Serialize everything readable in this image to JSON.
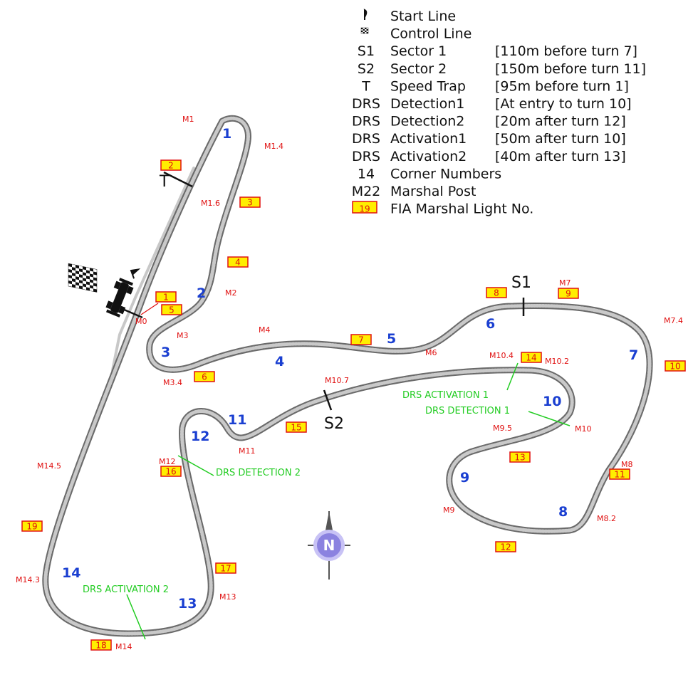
{
  "legend": [
    {
      "symbol": "",
      "icon": "start-flag-icon",
      "label": "Start Line",
      "note": "",
      "color": "#111111"
    },
    {
      "symbol": "",
      "icon": "checkered-flag-icon",
      "label": "Control Line",
      "note": "",
      "color": "#111111"
    },
    {
      "symbol": "S1",
      "label": "Sector 1",
      "note": "[110m before turn 7]",
      "color": "#111111"
    },
    {
      "symbol": "S2",
      "label": "Sector 2",
      "note": "[150m before turn 11]",
      "color": "#111111"
    },
    {
      "symbol": "T",
      "label": "Speed Trap",
      "note": "[95m before turn 1]",
      "color": "#111111"
    },
    {
      "symbol": "DRS",
      "label": "Detection1",
      "note": "[At entry to turn 10]",
      "color": "#22cc22"
    },
    {
      "symbol": "DRS",
      "label": "Detection2",
      "note": "[20m after turn 12]",
      "color": "#22cc22"
    },
    {
      "symbol": "DRS",
      "label": "Activation1",
      "note": "[50m after turn 10]",
      "color": "#22cc22"
    },
    {
      "symbol": "DRS",
      "label": "Activation2",
      "note": "[40m after turn 13]",
      "color": "#22cc22"
    },
    {
      "symbol": "14",
      "label": "Corner Numbers",
      "note": "",
      "color": "#1a3fd1"
    },
    {
      "symbol": "M22",
      "label": "Marshal Post",
      "note": "",
      "color": "#e01010"
    },
    {
      "symbol": "19",
      "label": "FIA Marshal Light No.",
      "note": "",
      "color": "#111111",
      "boxed": true
    }
  ],
  "colors": {
    "corner": "#1a3fd1",
    "marshal": "#e01010",
    "drs": "#22cc22",
    "light_fill": "#ffee00",
    "compass": "#8b82e0"
  },
  "corners": [
    "1",
    "2",
    "3",
    "4",
    "5",
    "6",
    "7",
    "8",
    "9",
    "10",
    "11",
    "12",
    "13",
    "14"
  ],
  "marshal_posts": [
    "M1",
    "M1.4",
    "M1.6",
    "M2",
    "M0",
    "M3",
    "M3.4",
    "M4",
    "M6",
    "M7",
    "M7.4",
    "M10.4",
    "M10.2",
    "M10.7",
    "M10",
    "M9.5",
    "M11",
    "M12",
    "M8",
    "M8.2",
    "M9",
    "M14.5",
    "M14.3",
    "M13",
    "M14"
  ],
  "lights": [
    "2",
    "3",
    "4",
    "1",
    "5",
    "6",
    "7",
    "8",
    "9",
    "10",
    "14",
    "15",
    "13",
    "11",
    "16",
    "12",
    "19",
    "17",
    "18"
  ],
  "sectors": {
    "s1": "S1",
    "s2": "S2",
    "trap": "T"
  },
  "drs_labels": {
    "act1": "DRS ACTIVATION 1",
    "det1": "DRS DETECTION 1",
    "det2": "DRS DETECTION 2",
    "act2": "DRS ACTIVATION 2"
  },
  "compass": {
    "label": "N",
    "icon": "compass-icon"
  }
}
